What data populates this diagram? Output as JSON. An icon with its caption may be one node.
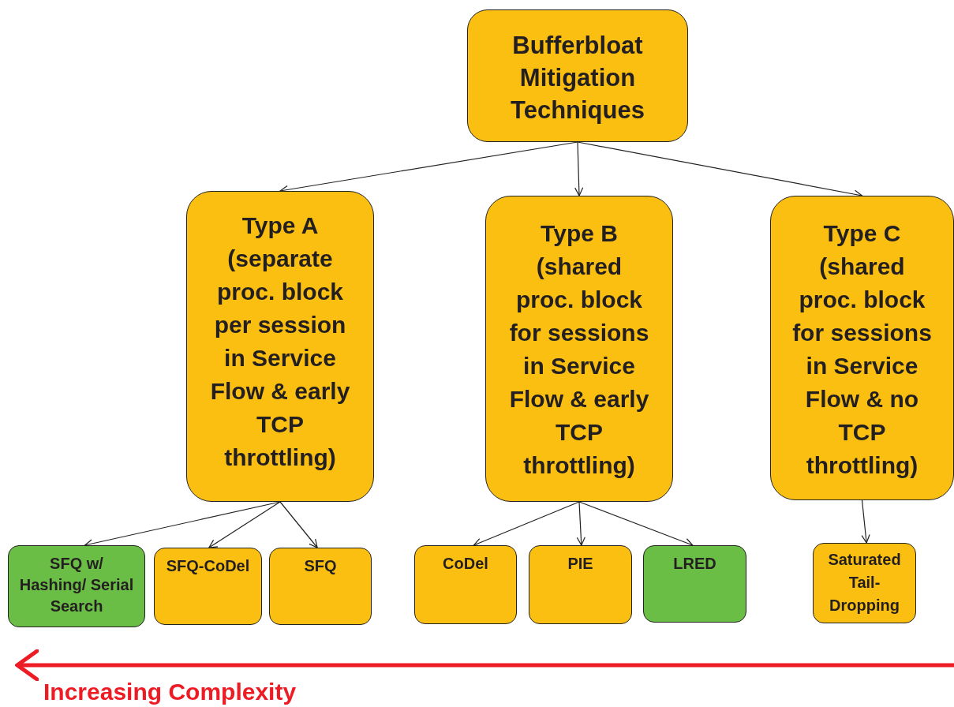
{
  "diagram": {
    "nodes": [
      {
        "text": [
          "Bufferbloat Mitigation Techniques"
        ]
      },
      {
        "text": [
          "Type A (separate proc. block per session in Service Flow & early TCP throttling)"
        ]
      },
      {
        "text": [
          "Type B (shared proc. block for sessions in Service Flow & early TCP throttling)"
        ]
      },
      {
        "text": [
          "Type C (shared proc. block for sessions in Service Flow & no TCP throttling)"
        ]
      },
      {
        "text": [
          "SFQ w/ Hashing/ Serial Search"
        ]
      },
      {
        "text": [
          "SFQ-CoDel"
        ]
      },
      {
        "text": [
          "SFQ"
        ]
      },
      {
        "text": [
          "CoDel"
        ]
      },
      {
        "text": [
          "PIE"
        ]
      },
      {
        "text": [
          "LRED"
        ]
      },
      {
        "text": [
          "Saturated Tail- Dropping"
        ]
      }
    ],
    "edges": [
      {
        "from": 0,
        "to": 1,
        "arrow": "to"
      },
      {
        "from": 0,
        "to": 2,
        "arrow": "to"
      },
      {
        "from": 0,
        "to": 3,
        "arrow": "to"
      },
      {
        "from": 1,
        "to": 4,
        "arrow": "to"
      },
      {
        "from": 1,
        "to": 5,
        "arrow": "to"
      },
      {
        "from": 1,
        "to": 6,
        "arrow": "to"
      },
      {
        "from": 2,
        "to": 7,
        "arrow": "to"
      },
      {
        "from": 2,
        "to": 8,
        "arrow": "to"
      },
      {
        "from": 2,
        "to": 9,
        "arrow": "to"
      },
      {
        "from": 3,
        "to": 10,
        "arrow": "to"
      }
    ],
    "labels": [
      "Increasing Complexity"
    ]
  }
}
